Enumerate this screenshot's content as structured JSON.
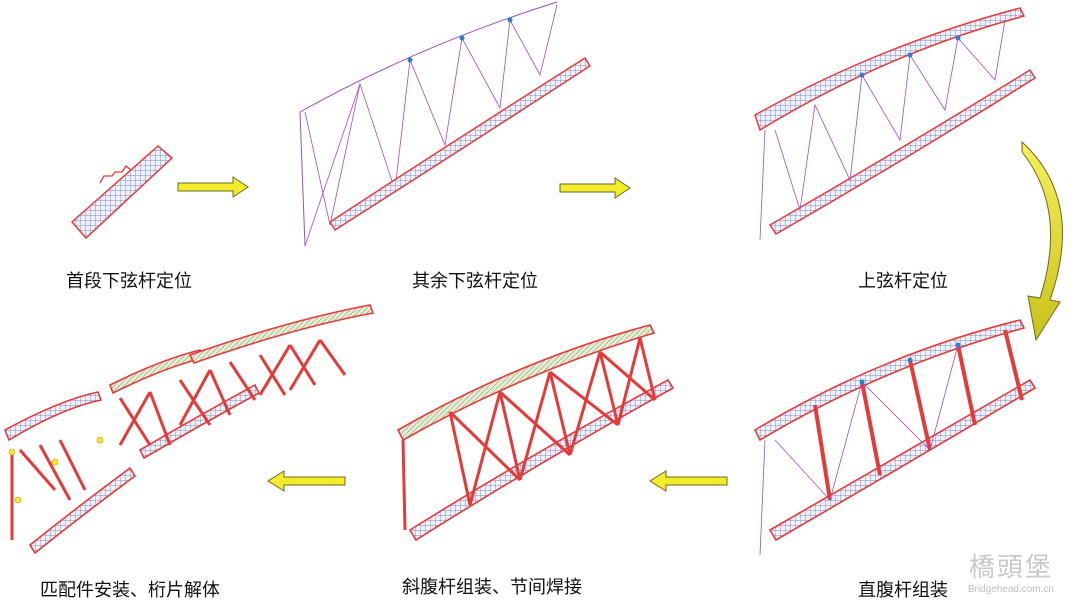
{
  "steps": [
    {
      "label": "首段下弦杆定位"
    },
    {
      "label": "其余下弦杆定位"
    },
    {
      "label": "上弦杆定位"
    },
    {
      "label": "直腹杆组装"
    },
    {
      "label": "斜腹杆组装、节间焊接"
    },
    {
      "label": "匹配件安装、桁片解体"
    }
  ],
  "watermark": {
    "text": "橋頭堡",
    "url": "Bridgehead.com.cn"
  },
  "colors": {
    "member": "#e53a3a",
    "hatch": "#5b6fb0",
    "purple": "#a04fb5",
    "arrow": "#f3ec2a",
    "node": "#2b7fd0"
  }
}
